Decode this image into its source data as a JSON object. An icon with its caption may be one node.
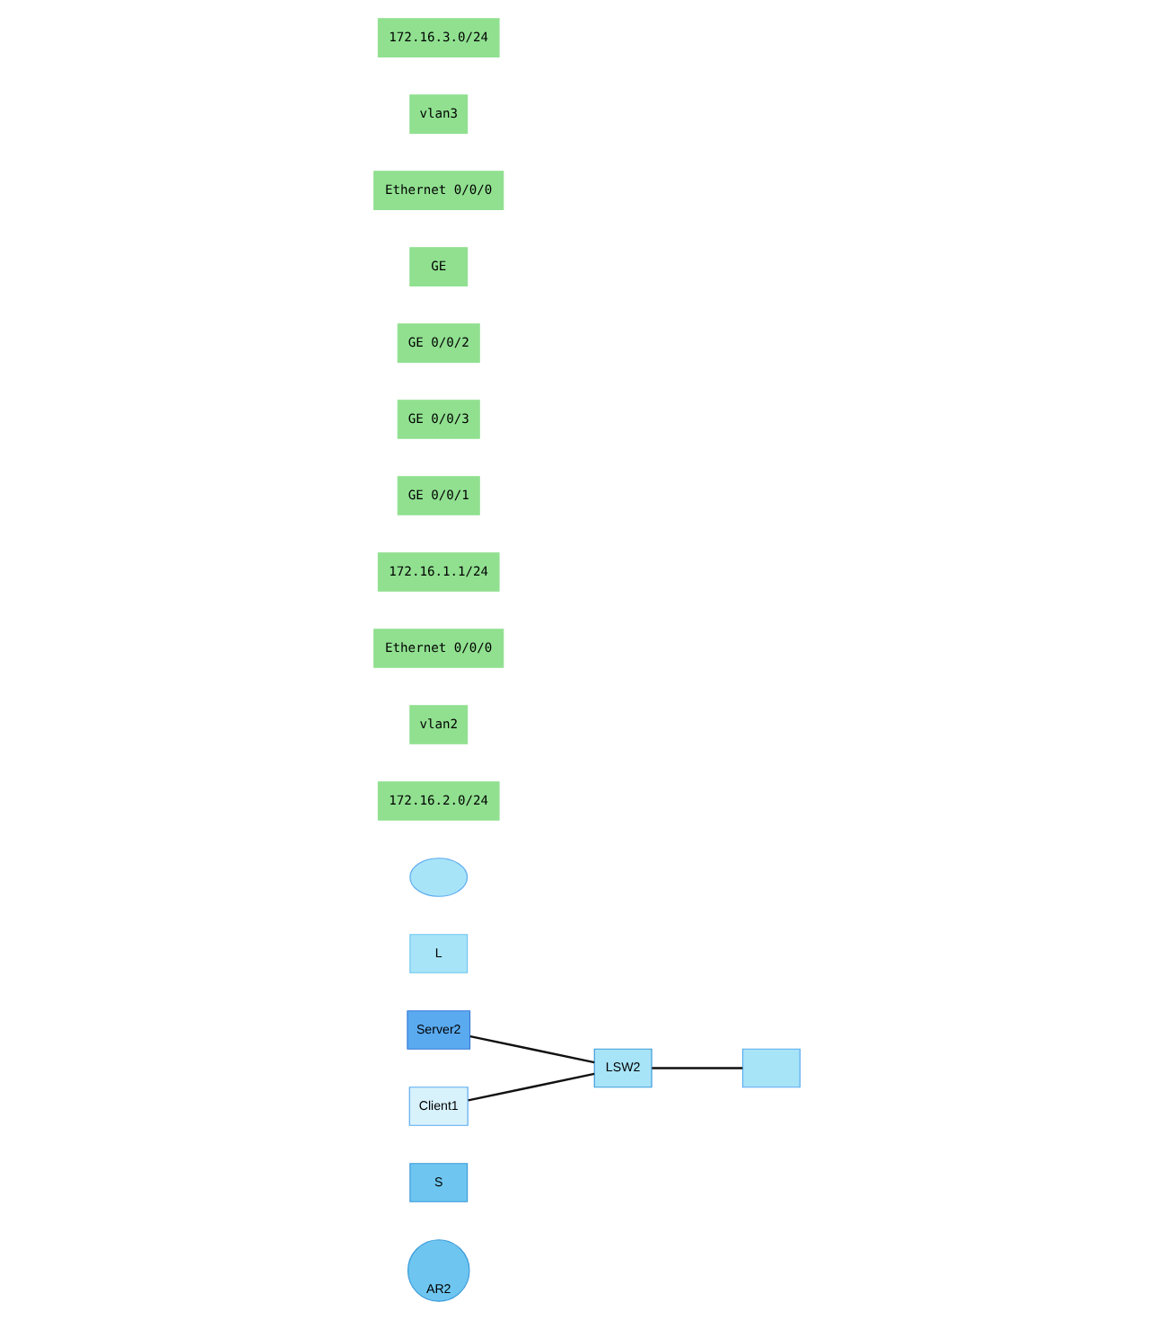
{
  "diagram": {
    "nodes": [
      {
        "text": [
          "AR2"
        ]
      },
      {
        "text": [
          "S"
        ]
      },
      {
        "text": [
          "Server2"
        ]
      },
      {
        "text": [
          "L"
        ]
      },
      {
        "text": [
          "LSW2"
        ]
      },
      {
        "text": [],
        "shape": "box"
      },
      {
        "text": [
          "Client1"
        ]
      },
      {
        "text": [],
        "shape": "cloud"
      }
    ],
    "edges": [
      {
        "from": 2,
        "to": 4,
        "arrow": "none"
      },
      {
        "from": 6,
        "to": 4,
        "arrow": "none"
      },
      {
        "from": 4,
        "to": 5,
        "arrow": "none"
      }
    ],
    "labels": [
      "172.16.2.0/24",
      "vlan2",
      "Ethernet 0/0/0",
      "172.16.1.1/24",
      "GE 0/0/1",
      "GE 0/0/3",
      "GE 0/0/2",
      "GE",
      "Ethernet 0/0/0",
      "vlan3",
      "172.16.3.0/24"
    ]
  }
}
